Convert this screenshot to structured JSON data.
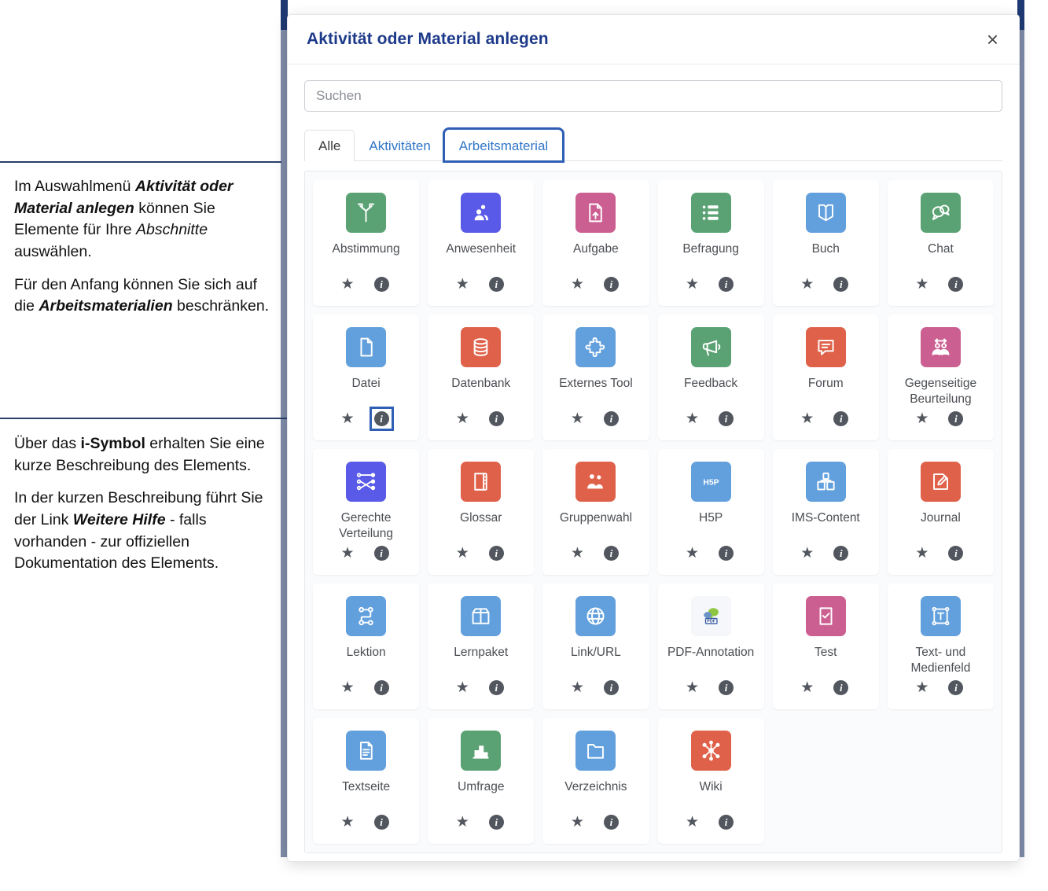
{
  "annotations": {
    "block1": [
      {
        "parts": [
          {
            "t": "Im Auswahlmenü ",
            "s": "n"
          },
          {
            "t": "Aktivität oder Material anlegen",
            "s": "bi"
          },
          {
            "t": " können Sie Elemente für Ihre ",
            "s": "n"
          },
          {
            "t": "Abschnitte",
            "s": "i"
          },
          {
            "t": " auswählen.",
            "s": "n"
          }
        ]
      },
      {
        "parts": [
          {
            "t": "Für den Anfang können Sie sich auf die ",
            "s": "n"
          },
          {
            "t": "Arbeitsmaterialien",
            "s": "bi"
          },
          {
            "t": " beschränken.",
            "s": "n"
          }
        ]
      }
    ],
    "block2": [
      {
        "parts": [
          {
            "t": "Über das ",
            "s": "n"
          },
          {
            "t": "i-Symbol",
            "s": "b"
          },
          {
            "t": " erhalten Sie eine kurze Beschreibung des Elements.",
            "s": "n"
          }
        ]
      },
      {
        "parts": [
          {
            "t": "In der kurzen Beschreibung führt Sie der Link ",
            "s": "n"
          },
          {
            "t": "Weitere Hilfe",
            "s": "bi"
          },
          {
            "t": " - falls vorhanden - zur offiziellen Dokumentation des Elements.",
            "s": "n"
          }
        ]
      }
    ]
  },
  "modal": {
    "title": "Aktivität oder Material anlegen",
    "close_label": "×",
    "close_icon": "close-icon"
  },
  "search": {
    "placeholder": "Suchen",
    "value": ""
  },
  "tabs": [
    {
      "label": "Alle",
      "active": true,
      "highlighted": false
    },
    {
      "label": "Aktivitäten",
      "active": false,
      "highlighted": false
    },
    {
      "label": "Arbeitsmaterial",
      "active": false,
      "highlighted": true
    }
  ],
  "colors": {
    "green": "#5aa273",
    "purple": "#5a5ae8",
    "pink": "#cc5f91",
    "blue": "#62a0dd",
    "red": "#e0614a",
    "white": "#f5f7fa",
    "accent_blue": "#2f5fb5",
    "title_blue": "#1d3a8a"
  },
  "grid": {
    "star_glyph": "★",
    "info_glyph": "i",
    "items": [
      {
        "label": "Abstimmung",
        "color": "green",
        "icon": "fork-path-icon",
        "star_icon": "star-icon",
        "info_icon": "info-icon",
        "info_highlighted": false
      },
      {
        "label": "Anwesenheit",
        "color": "purple",
        "icon": "attendance-people-icon",
        "star_icon": "star-icon",
        "info_icon": "info-icon",
        "info_highlighted": false
      },
      {
        "label": "Aufgabe",
        "color": "pink",
        "icon": "upload-document-icon",
        "star_icon": "star-icon",
        "info_icon": "info-icon",
        "info_highlighted": false
      },
      {
        "label": "Befragung",
        "color": "green",
        "icon": "checklist-icon",
        "star_icon": "star-icon",
        "info_icon": "info-icon",
        "info_highlighted": false
      },
      {
        "label": "Buch",
        "color": "blue",
        "icon": "open-book-icon",
        "star_icon": "star-icon",
        "info_icon": "info-icon",
        "info_highlighted": false
      },
      {
        "label": "Chat",
        "color": "green",
        "icon": "chat-bubbles-icon",
        "star_icon": "star-icon",
        "info_icon": "info-icon",
        "info_highlighted": false
      },
      {
        "label": "Datei",
        "color": "blue",
        "icon": "file-page-icon",
        "star_icon": "star-icon",
        "info_icon": "info-icon",
        "info_highlighted": true
      },
      {
        "label": "Datenbank",
        "color": "red",
        "icon": "database-icon",
        "star_icon": "star-icon",
        "info_icon": "info-icon",
        "info_highlighted": false
      },
      {
        "label": "Externes Tool",
        "color": "blue",
        "icon": "puzzle-piece-icon",
        "star_icon": "star-icon",
        "info_icon": "info-icon",
        "info_highlighted": false
      },
      {
        "label": "Feedback",
        "color": "green",
        "icon": "megaphone-icon",
        "star_icon": "star-icon",
        "info_icon": "info-icon",
        "info_highlighted": false
      },
      {
        "label": "Forum",
        "color": "red",
        "icon": "forum-message-icon",
        "star_icon": "star-icon",
        "info_icon": "info-icon",
        "info_highlighted": false
      },
      {
        "label": "Gegenseitige Beurteilung",
        "color": "pink",
        "icon": "peer-review-icon",
        "star_icon": "star-icon",
        "info_icon": "info-icon",
        "info_highlighted": false
      },
      {
        "label": "Gerechte Verteilung",
        "color": "purple",
        "icon": "fair-allocation-icon",
        "star_icon": "star-icon",
        "info_icon": "info-icon",
        "info_highlighted": false
      },
      {
        "label": "Glossar",
        "color": "red",
        "icon": "glossary-book-icon",
        "star_icon": "star-icon",
        "info_icon": "info-icon",
        "info_highlighted": false
      },
      {
        "label": "Gruppenwahl",
        "color": "red",
        "icon": "group-choice-icon",
        "star_icon": "star-icon",
        "info_icon": "info-icon",
        "info_highlighted": false
      },
      {
        "label": "H5P",
        "color": "blue",
        "icon": "h5p-logo-icon",
        "star_icon": "star-icon",
        "info_icon": "info-icon",
        "info_highlighted": false
      },
      {
        "label": "IMS-Content",
        "color": "blue",
        "icon": "ims-package-icon",
        "star_icon": "star-icon",
        "info_icon": "info-icon",
        "info_highlighted": false
      },
      {
        "label": "Journal",
        "color": "red",
        "icon": "journal-pencil-icon",
        "star_icon": "star-icon",
        "info_icon": "info-icon",
        "info_highlighted": false
      },
      {
        "label": "Lektion",
        "color": "blue",
        "icon": "lesson-flow-icon",
        "star_icon": "star-icon",
        "info_icon": "info-icon",
        "info_highlighted": false
      },
      {
        "label": "Lernpaket",
        "color": "blue",
        "icon": "scorm-package-icon",
        "star_icon": "star-icon",
        "info_icon": "info-icon",
        "info_highlighted": false
      },
      {
        "label": "Link/URL",
        "color": "blue",
        "icon": "globe-icon",
        "star_icon": "star-icon",
        "info_icon": "info-icon",
        "info_highlighted": false
      },
      {
        "label": "PDF-Annotation",
        "color": "white",
        "icon": "pdf-annotation-icon",
        "star_icon": "star-icon",
        "info_icon": "info-icon",
        "info_highlighted": false
      },
      {
        "label": "Test",
        "color": "pink",
        "icon": "quiz-check-icon",
        "star_icon": "star-icon",
        "info_icon": "info-icon",
        "info_highlighted": false
      },
      {
        "label": "Text- und Medienfeld",
        "color": "blue",
        "icon": "text-media-icon",
        "star_icon": "star-icon",
        "info_icon": "info-icon",
        "info_highlighted": false
      },
      {
        "label": "Textseite",
        "color": "blue",
        "icon": "text-page-icon",
        "star_icon": "star-icon",
        "info_icon": "info-icon",
        "info_highlighted": false
      },
      {
        "label": "Umfrage",
        "color": "green",
        "icon": "bar-chart-icon",
        "star_icon": "star-icon",
        "info_icon": "info-icon",
        "info_highlighted": false
      },
      {
        "label": "Verzeichnis",
        "color": "blue",
        "icon": "folder-icon",
        "star_icon": "star-icon",
        "info_icon": "info-icon",
        "info_highlighted": false
      },
      {
        "label": "Wiki",
        "color": "red",
        "icon": "wiki-network-icon",
        "star_icon": "star-icon",
        "info_icon": "info-icon",
        "info_highlighted": false
      }
    ]
  }
}
